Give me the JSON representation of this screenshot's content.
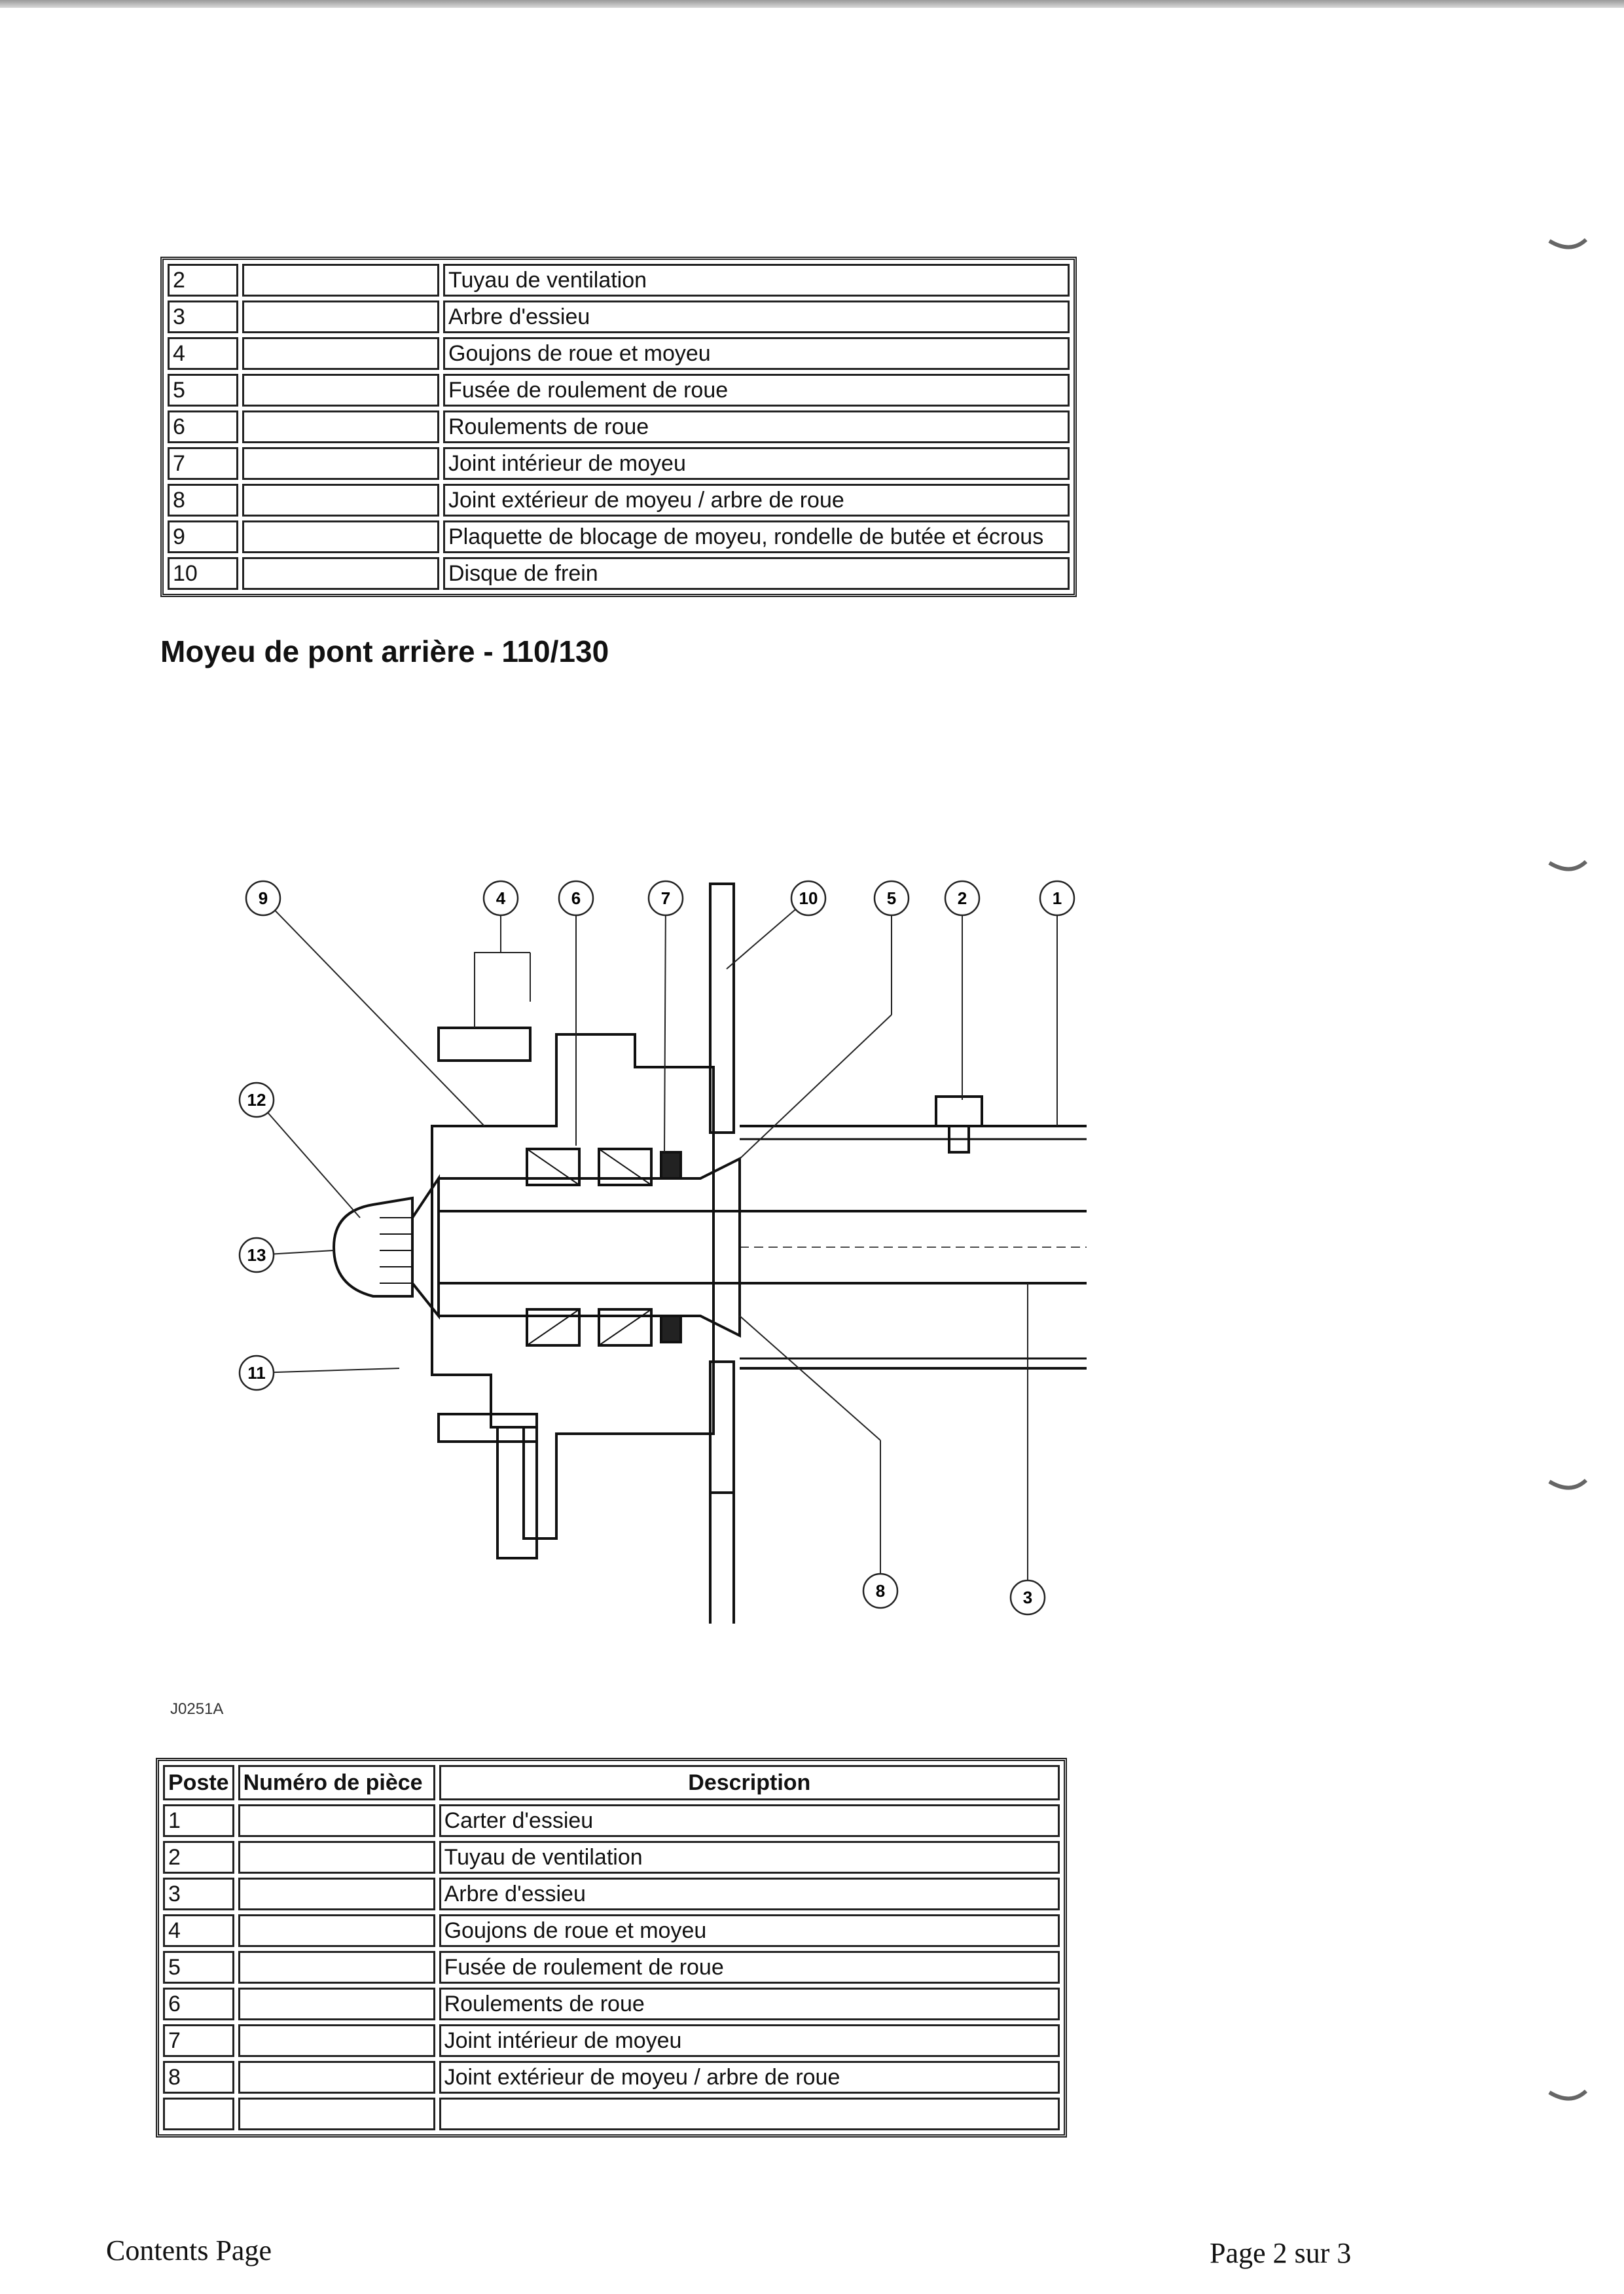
{
  "table_top": {
    "rows": [
      {
        "poste": "2",
        "numero": "",
        "description": "Tuyau de ventilation"
      },
      {
        "poste": "3",
        "numero": "",
        "description": "Arbre d'essieu"
      },
      {
        "poste": "4",
        "numero": "",
        "description": "Goujons de roue et moyeu"
      },
      {
        "poste": "5",
        "numero": "",
        "description": "Fusée de roulement de roue"
      },
      {
        "poste": "6",
        "numero": "",
        "description": "Roulements de roue"
      },
      {
        "poste": "7",
        "numero": "",
        "description": "Joint intérieur de moyeu"
      },
      {
        "poste": "8",
        "numero": "",
        "description": "Joint extérieur de moyeu / arbre de roue"
      },
      {
        "poste": "9",
        "numero": "",
        "description": "Plaquette de blocage de moyeu, rondelle de butée et écrous"
      },
      {
        "poste": "10",
        "numero": "",
        "description": "Disque de frein"
      }
    ]
  },
  "section_heading": "Moyeu de pont arrière - 110/130",
  "diagram": {
    "figure_ref": "J0251A",
    "callouts": [
      "9",
      "4",
      "6",
      "7",
      "10",
      "5",
      "2",
      "1",
      "12",
      "13",
      "11",
      "8",
      "3"
    ]
  },
  "table_bottom": {
    "headers": {
      "poste": "Poste",
      "numero": "Numéro de pièce",
      "description": "Description"
    },
    "rows": [
      {
        "poste": "1",
        "numero": "",
        "description": "Carter d'essieu"
      },
      {
        "poste": "2",
        "numero": "",
        "description": "Tuyau de ventilation"
      },
      {
        "poste": "3",
        "numero": "",
        "description": "Arbre d'essieu"
      },
      {
        "poste": "4",
        "numero": "",
        "description": "Goujons de roue et moyeu"
      },
      {
        "poste": "5",
        "numero": "",
        "description": "Fusée de roulement de roue"
      },
      {
        "poste": "6",
        "numero": "",
        "description": "Roulements de roue"
      },
      {
        "poste": "7",
        "numero": "",
        "description": "Joint intérieur de moyeu"
      },
      {
        "poste": "8",
        "numero": "",
        "description": "Joint extérieur de moyeu / arbre de roue"
      },
      {
        "poste": "",
        "numero": "",
        "description": ""
      }
    ]
  },
  "footer": {
    "left": "Contents Page",
    "right": "Page 2 sur 3"
  }
}
